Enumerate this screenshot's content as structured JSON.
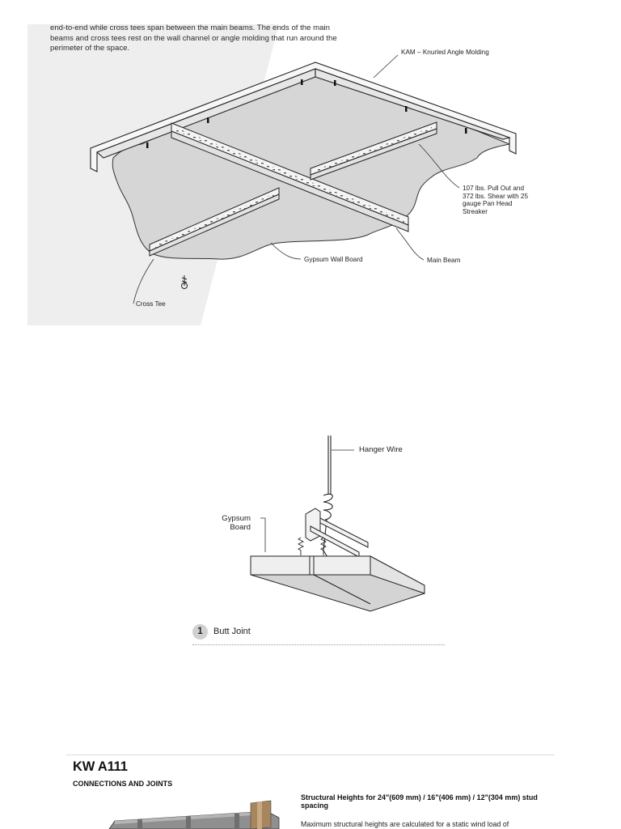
{
  "ceiling_panel": {
    "intro_text": "end-to-end while cross tees span between the main beams. The ends of the main beams and cross tees rest on the wall channel or angle molding that run around the perimeter of the space.",
    "labels": {
      "kam": "KAM – Knurled Angle Molding",
      "pull_out": "107 lbs. Pull Out and 372 lbs. Shear with 25 gauge Pan Head Streaker",
      "gypsum": "Gypsum Wall Board",
      "main_beam": "Main Beam",
      "cross_tee": "Cross Tee"
    }
  },
  "butt_joint": {
    "hanger_label": "Hanger Wire",
    "gypsum_label_1": "Gypsum",
    "gypsum_label_2": "Board",
    "number": "1",
    "title": "Butt Joint"
  },
  "kw_section": {
    "title": "KW A111",
    "subtitle": "CONNECTIONS AND JOINTS",
    "structural_heading": "Structural Heights for 24\"(609 mm) / 16\"(406 mm) / 12\"(304 mm) stud spacing",
    "structural_body": "Maximum structural heights are calculated for a static wind load of"
  }
}
